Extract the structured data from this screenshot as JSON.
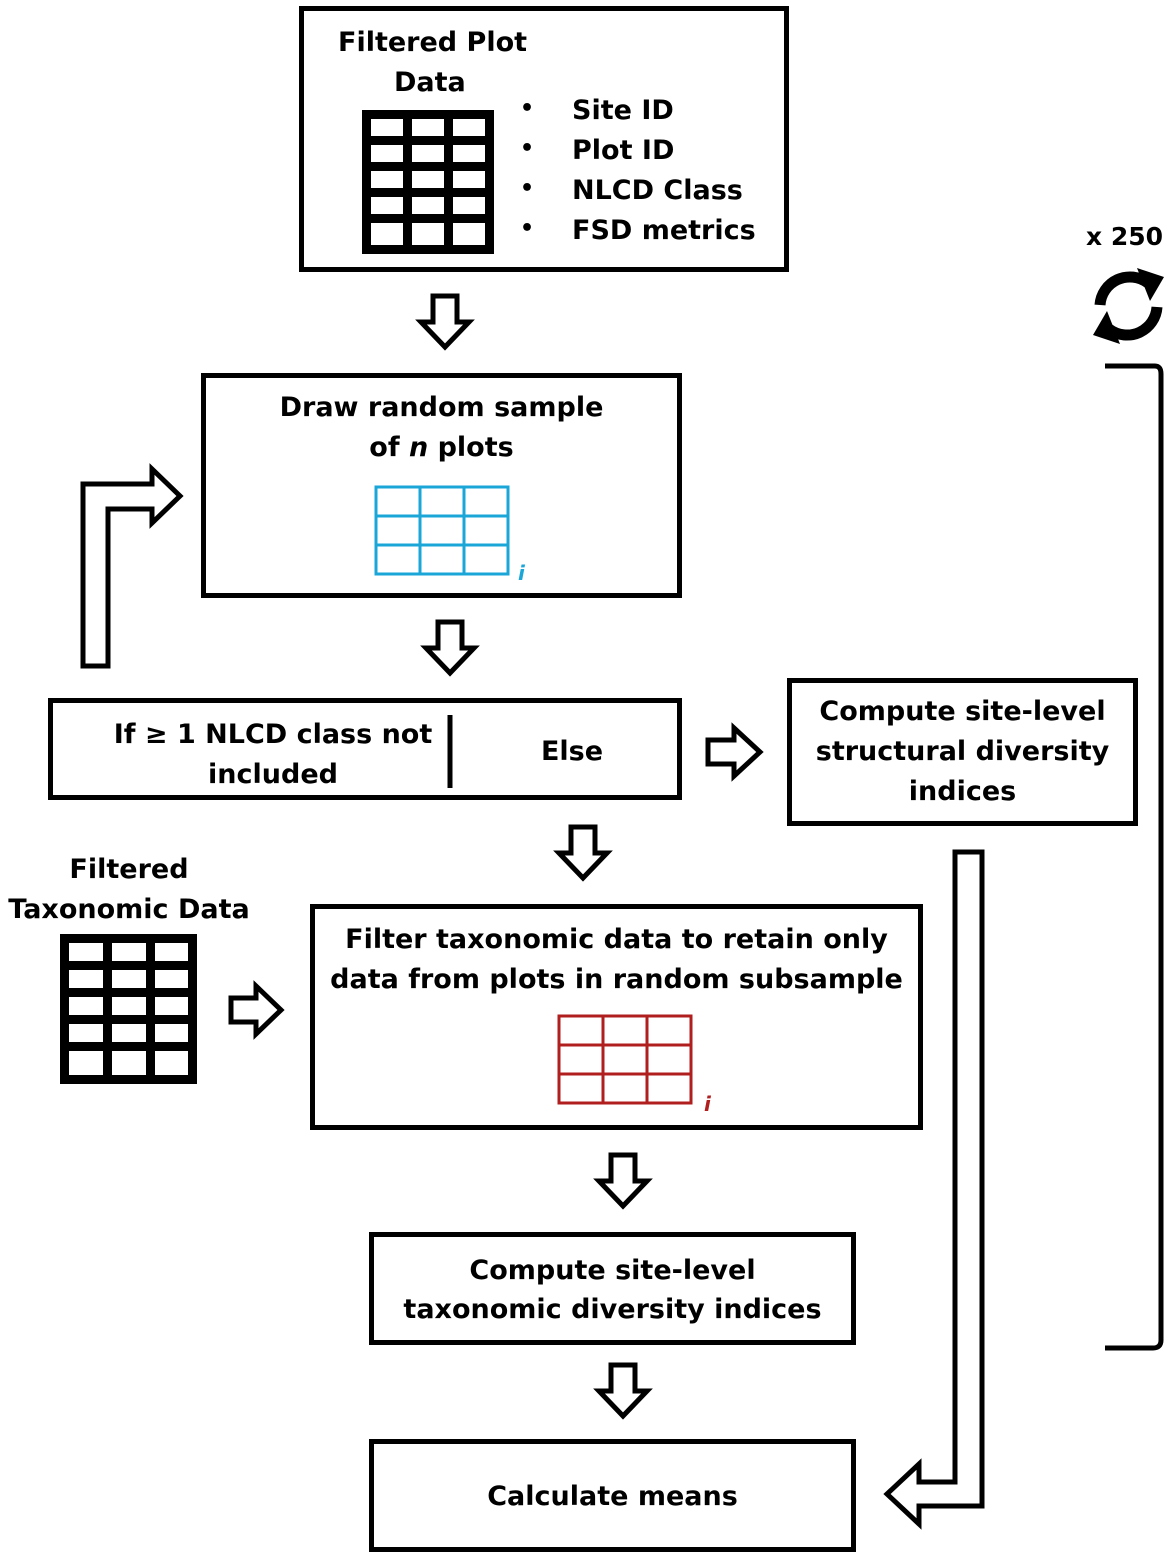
{
  "plot_box": {
    "title_line1": "Filtered Plot",
    "title_line2": "Data",
    "bullets": [
      "Site ID",
      "Plot ID",
      "NLCD Class",
      "FSD metrics"
    ]
  },
  "loop": {
    "label": "x 250"
  },
  "sample_box": {
    "line1": "Draw random sample",
    "line2_prefix": "of ",
    "line2_var": "n",
    "line2_suffix": " plots",
    "index": "i",
    "table_color": "#1ba6d8"
  },
  "decision_box": {
    "condition_line1": "If ≥ 1 NLCD class not",
    "condition_line2": "included",
    "else": "Else"
  },
  "structural_box": {
    "line1": "Compute site-level",
    "line2": "structural diversity",
    "line3": "indices"
  },
  "taxo_label": {
    "line1": "Filtered",
    "line2": "Taxonomic Data"
  },
  "filter_box": {
    "line1": "Filter taxonomic data to retain only",
    "line2": "data from plots in random subsample",
    "index": "i",
    "table_color": "#b01e1e"
  },
  "taxodiv_box": {
    "line1": "Compute site-level",
    "line2": "taxonomic diversity indices"
  },
  "means_box": {
    "label": "Calculate means"
  }
}
